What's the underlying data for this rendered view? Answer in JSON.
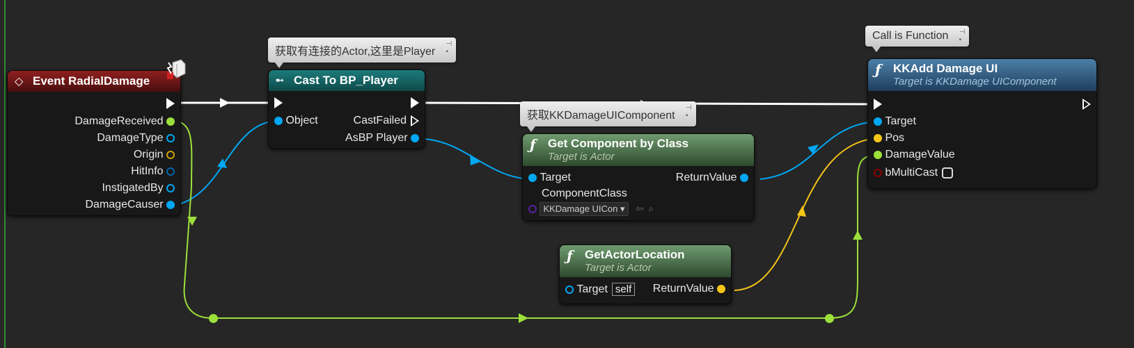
{
  "colors": {
    "exec": "#ffffff",
    "float": "#9ce03a",
    "object": "#00a8f3",
    "vector": "#f5c518",
    "struct": "#0066aa",
    "bool": "#8b0000",
    "class": "#5a1fa0",
    "background": "#262626"
  },
  "event_node": {
    "title": "Event RadialDamage",
    "icon": "event-diamond-icon",
    "badge_icon": "network-authority-icon",
    "pins": [
      "DamageReceived",
      "DamageType",
      "Origin",
      "HitInfo",
      "InstigatedBy",
      "DamageCauser"
    ]
  },
  "cast_node": {
    "comment": "获取有连接的Actor,这里是Player",
    "title": "Cast To BP_Player",
    "icon": "cast-arrow-icon",
    "in_object": "Object",
    "out_failed": "CastFailed",
    "out_as": "AsBP Player"
  },
  "getcomp_node": {
    "comment": "获取KKDamageUIComponent",
    "title": "Get Component by Class",
    "subtitle": "Target is Actor",
    "icon": "function-icon",
    "in_target": "Target",
    "in_class": "ComponentClass",
    "class_value": "KKDamage UICon",
    "out_return": "ReturnValue"
  },
  "location_node": {
    "title": "GetActorLocation",
    "subtitle": "Target is Actor",
    "icon": "function-icon",
    "in_target": "Target",
    "self_label": "self",
    "out_return": "ReturnValue"
  },
  "damage_ui_node": {
    "comment": "Call is Function",
    "title": "KKAdd Damage UI",
    "subtitle": "Target is KKDamage UIComponent",
    "icon": "function-icon",
    "pins": [
      "Target",
      "Pos",
      "DamageValue",
      "bMultiCast"
    ],
    "bmulticast_checked": false
  }
}
